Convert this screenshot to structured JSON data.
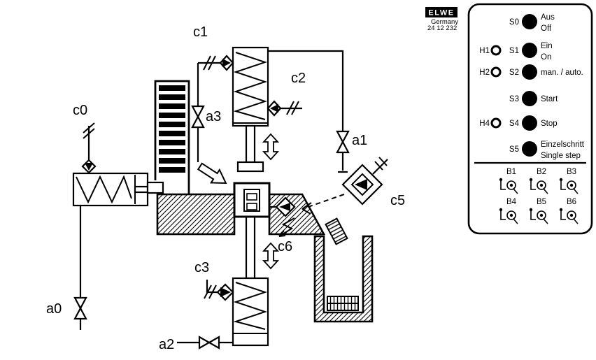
{
  "logo": {
    "brand": "ELWE",
    "country": "Germany",
    "code": "24 12 232"
  },
  "diagram": {
    "labels": {
      "c0": "c0",
      "c1": "c1",
      "c2": "c2",
      "c3": "c3",
      "c5": "c5",
      "c6": "c6",
      "a0": "a0",
      "a1": "a1",
      "a2": "a2",
      "a3": "a3"
    }
  },
  "panel": {
    "buttons": [
      {
        "id": "S0",
        "indicator": "",
        "line1": "Aus",
        "line2": "Off"
      },
      {
        "id": "S1",
        "indicator": "H1",
        "line1": "Ein",
        "line2": "On"
      },
      {
        "id": "S2",
        "indicator": "H2",
        "line1": "man. / auto.",
        "line2": ""
      },
      {
        "id": "S3",
        "indicator": "",
        "line1": "Start",
        "line2": ""
      },
      {
        "id": "S4",
        "indicator": "H4",
        "line1": "Stop",
        "line2": ""
      },
      {
        "id": "S5",
        "indicator": "",
        "line1": "Einzelschritt",
        "line2": "Single step"
      }
    ],
    "switches": [
      {
        "id": "B1"
      },
      {
        "id": "B2"
      },
      {
        "id": "B3"
      },
      {
        "id": "B4"
      },
      {
        "id": "B5"
      },
      {
        "id": "B6"
      }
    ]
  }
}
